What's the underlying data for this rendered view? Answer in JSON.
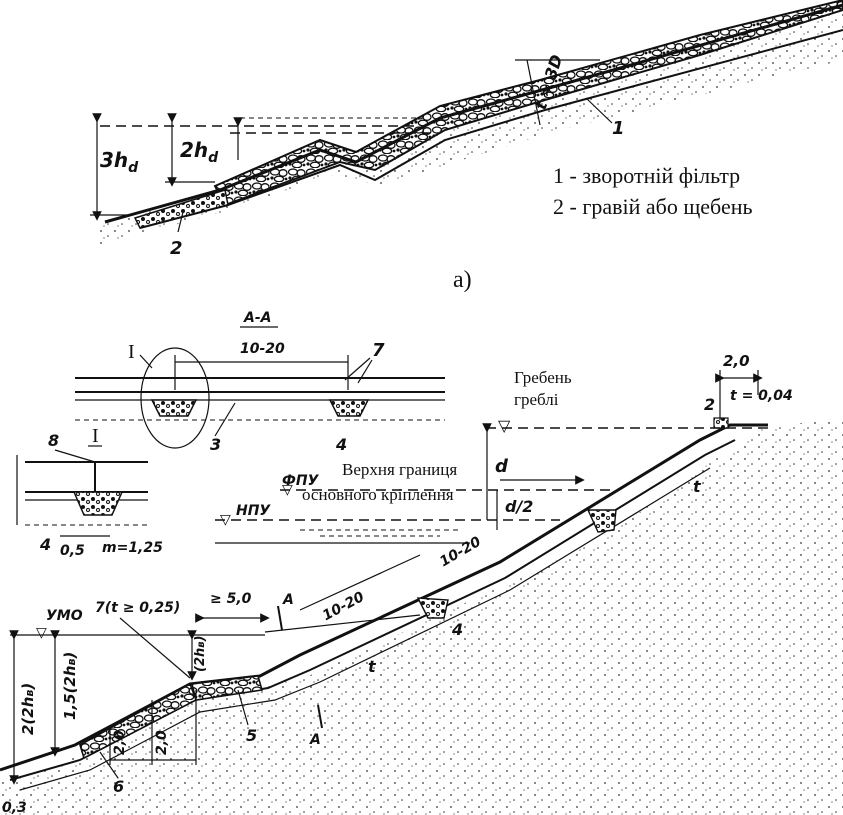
{
  "top": {
    "label_3hd": "3h",
    "label_3hd_sub": "d",
    "label_2hd": "2h",
    "label_2hd_sub": "d",
    "label_t": "t ≈ 3D",
    "label_1": "1",
    "label_2": "2",
    "legend_1": "1 - зворотній фільтр",
    "legend_2": "2 - гравій або щебень",
    "caption": "а)"
  },
  "bottom": {
    "section_title": "А-А",
    "section_dim": "10-20",
    "section_I": "I",
    "section_7": "7",
    "section_3": "3",
    "section_4": "4",
    "detail_8": "8",
    "detail_I": "I",
    "detail_4": "4",
    "detail_05": "0,5",
    "detail_m": "m=1,25",
    "crest_title_1": "Гребень",
    "crest_title_2": "греблі",
    "upper_border_1": "Верхня границя",
    "upper_border_2": "основного кріплення",
    "label_fpu": "ФПУ",
    "label_npu": "НПУ",
    "label_d": "d",
    "label_d2": "d/2",
    "label_1020_a": "10-20",
    "label_1020_b": "10-20",
    "label_20": "2,0",
    "label_t004": "t = 0,04",
    "label_2": "2",
    "label_t": "t",
    "label_t2": "t",
    "label_4": "4",
    "label_A_top": "A",
    "label_A_bottom": "A",
    "label_umo": "УМО",
    "label_7t": "7(t ≥ 0,25)",
    "label_ge50": "≥ 5,0",
    "label_2hv": "(2h",
    "label_2hv_sub": "в",
    "label_2hv_end": ")",
    "label_2_2hv": "2(2h",
    "label_2_2hv_sub": "в",
    "label_2_2hv_end": ")",
    "label_15_2hv": "1,5(2h",
    "label_15_2hv_sub": "в",
    "label_15_2hv_end": ")",
    "label_5": "5",
    "label_6": "6",
    "label_20a": "2,0",
    "label_20b": "2,0",
    "label_03": "0,3"
  }
}
